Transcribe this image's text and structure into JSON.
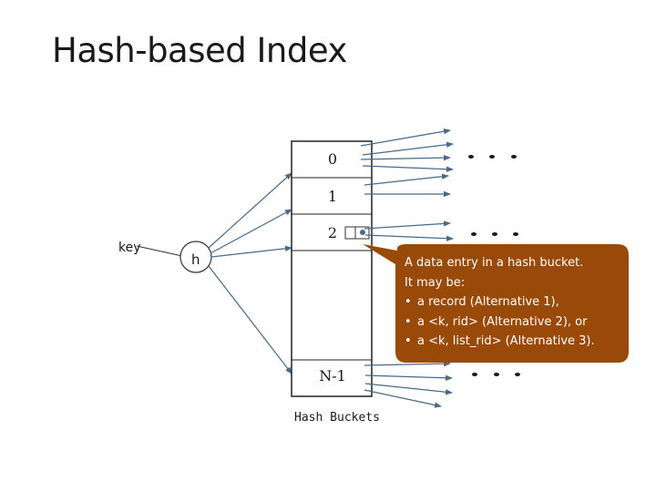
{
  "title": "Hash-based Index",
  "diagram": {
    "key_label": "key",
    "hash_fn_label": "h",
    "buckets": [
      "0",
      "1",
      "2",
      "N-1"
    ],
    "buckets_caption": "Hash Buckets"
  },
  "callout": {
    "line1": "A data entry in a hash bucket.",
    "line2": "It may be:",
    "items": [
      "a record (Alternative 1),",
      "a <k, rid> (Alternative 2), or",
      "a  <k, list_rid> (Alternative 3)."
    ]
  },
  "colors": {
    "arrow": "#4a6a8a",
    "callout_fill": "#9a4a08",
    "callout_text": "#ffffff",
    "outline": "#222222"
  }
}
